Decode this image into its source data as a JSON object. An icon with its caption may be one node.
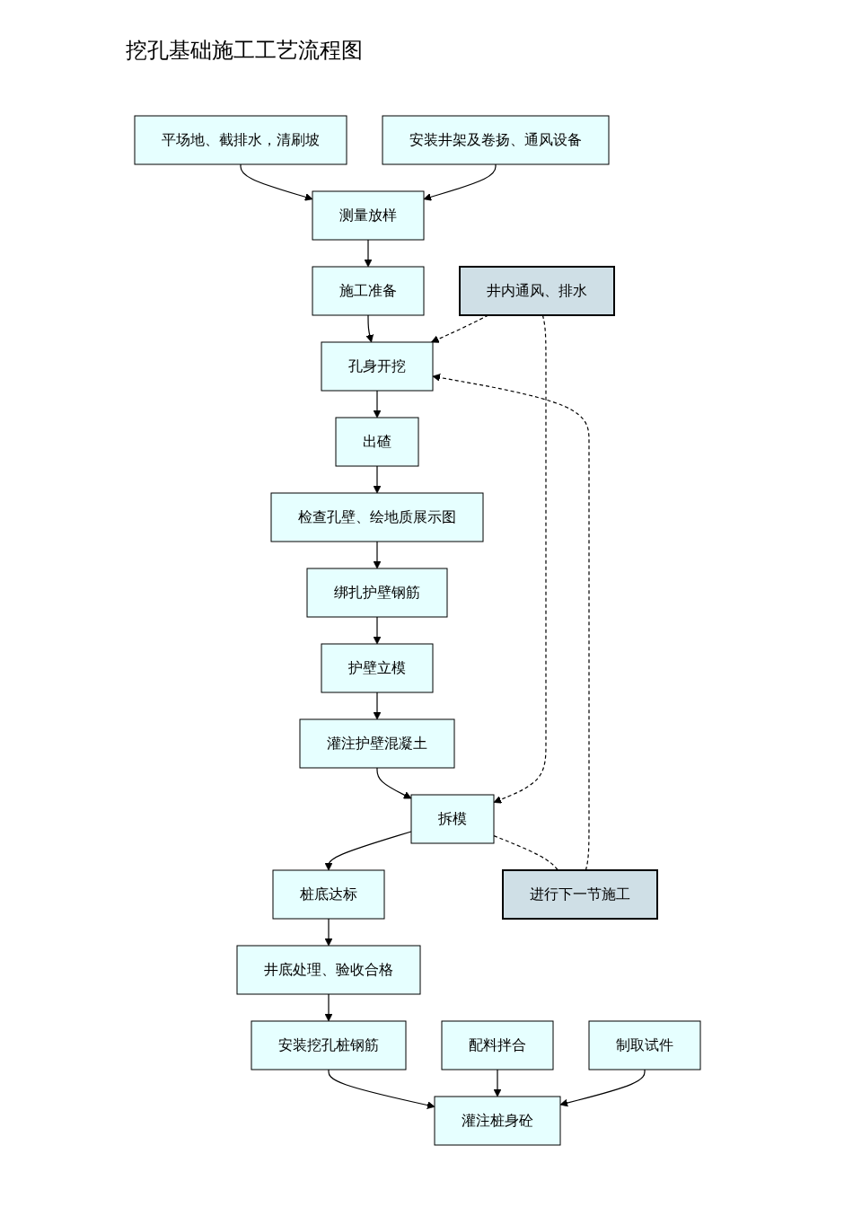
{
  "diagram": {
    "title": "挖孔基础施工工艺流程图",
    "nodes": [
      {
        "text": [
          "平场地、截排水，清刷坡"
        ]
      },
      {
        "text": [
          "测量放样"
        ]
      },
      {
        "text": [
          "安装井架及卷扬、通风设备"
        ]
      },
      {
        "text": [
          "施工准备"
        ]
      },
      {
        "text": [
          "孔身开挖"
        ]
      },
      {
        "text": [
          "出碴"
        ]
      },
      {
        "text": [
          "检查孔壁、绘地质展示图"
        ]
      },
      {
        "text": [
          "绑扎护壁钢筋"
        ]
      },
      {
        "text": [
          "护壁立模"
        ]
      },
      {
        "text": [
          "灌注护壁混凝土"
        ]
      },
      {
        "text": [
          "拆模"
        ]
      },
      {
        "text": [
          "桩底达标"
        ]
      },
      {
        "text": [
          "井底处理、验收合格"
        ]
      },
      {
        "text": [
          "安装挖孔桩钢筋"
        ]
      },
      {
        "text": [
          "配料拌合"
        ]
      },
      {
        "text": [
          "灌注桩身砼"
        ]
      },
      {
        "text": [
          "制取试件"
        ]
      },
      {
        "text": [
          "进行下一节施工"
        ]
      },
      {
        "text": [
          "井内通风、排水"
        ]
      }
    ],
    "edges": [
      {
        "from": 0,
        "to": 1,
        "arrow": "to"
      },
      {
        "from": 2,
        "to": 1,
        "arrow": "to"
      },
      {
        "from": 1,
        "to": 3,
        "arrow": "to"
      },
      {
        "from": 3,
        "to": 4,
        "arrow": "to"
      },
      {
        "from": 4,
        "to": 5,
        "arrow": "to"
      },
      {
        "from": 5,
        "to": 6,
        "arrow": "to"
      },
      {
        "from": 6,
        "to": 7,
        "arrow": "to"
      },
      {
        "from": 7,
        "to": 8,
        "arrow": "to"
      },
      {
        "from": 8,
        "to": 9,
        "arrow": "to"
      },
      {
        "from": 9,
        "to": 10,
        "arrow": "to"
      },
      {
        "from": 10,
        "to": 11,
        "arrow": "to"
      },
      {
        "from": 11,
        "to": 12,
        "arrow": "to"
      },
      {
        "from": 12,
        "to": 13,
        "arrow": "to"
      },
      {
        "from": 13,
        "to": 15,
        "arrow": "to"
      },
      {
        "from": 14,
        "to": 15,
        "arrow": "to"
      },
      {
        "from": 16,
        "to": 15,
        "arrow": "to"
      },
      {
        "from": 10,
        "to": 17,
        "arrow": "none",
        "style": "dashed"
      },
      {
        "from": 17,
        "to": 4,
        "arrow": "to",
        "style": "dashed"
      },
      {
        "from": 18,
        "to": 4,
        "arrow": "to",
        "style": "dashed"
      },
      {
        "from": 18,
        "to": 10,
        "arrow": "to",
        "style": "dashed"
      }
    ]
  }
}
